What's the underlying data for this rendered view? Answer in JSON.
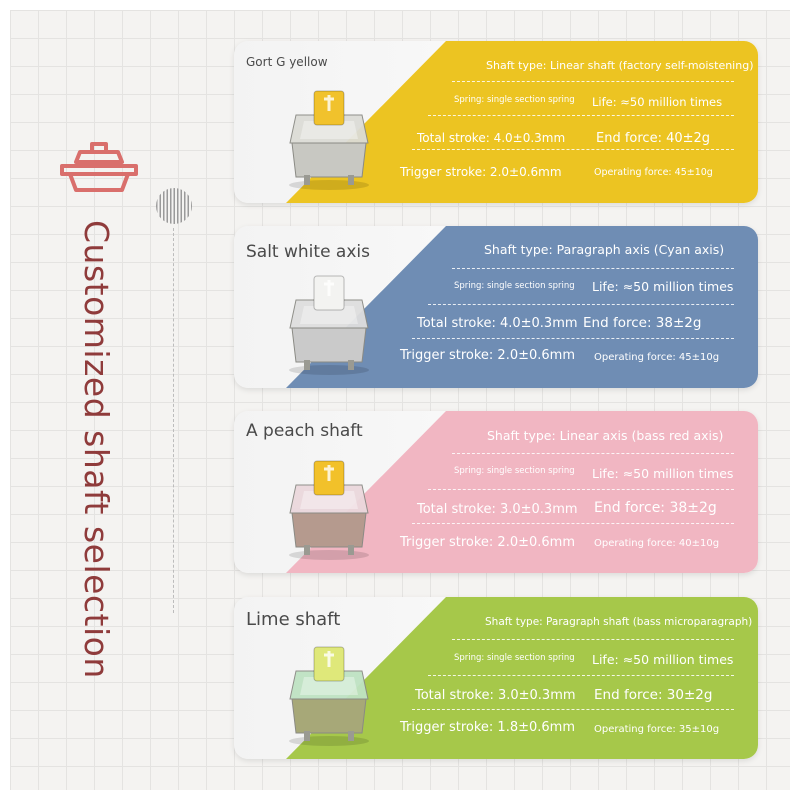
{
  "title": "Customized shaft selection",
  "colors": {
    "title": "#8f3b3b",
    "icon": "#d96f6c",
    "grid": "#e4e3e1"
  },
  "cards": [
    {
      "name": "Gort G yellow",
      "accent": "#ecc422",
      "shaft_type": "Shaft type: Linear shaft (factory self-moistening)",
      "spring": "Spring: single section spring",
      "life": "Life: ≈50 million times",
      "total_stroke": "Total stroke: 4.0±0.3mm",
      "end_force": "End force: 40±2g",
      "trigger_stroke": "Trigger stroke: 2.0±0.6mm",
      "operating_force": "Operating force: 45±10g",
      "switch": {
        "stem": "#f1c22c",
        "top": "#dcdcd6",
        "bottom": "#c8c8c2"
      }
    },
    {
      "name": "Salt white axis",
      "accent": "#6f8db4",
      "shaft_type": "Shaft type: Paragraph axis (Cyan axis)",
      "spring": "Spring: single section spring",
      "life": "Life: ≈50 million times",
      "total_stroke": "Total stroke: 4.0±0.3mm",
      "end_force": "End force: 38±2g",
      "trigger_stroke": "Trigger stroke: 2.0±0.6mm",
      "operating_force": "Operating force: 45±10g",
      "switch": {
        "stem": "#f3f3f1",
        "top": "#dedede",
        "bottom": "#cacaca"
      }
    },
    {
      "name": "A peach shaft",
      "accent": "#f1b6c2",
      "shaft_type": "Shaft type: Linear axis (bass red axis)",
      "spring": "Spring: single section spring",
      "life": "Life: ≈50 million times",
      "total_stroke": "Total stroke: 3.0±0.3mm",
      "end_force": "End force: 38±2g",
      "trigger_stroke": "Trigger stroke: 2.0±0.6mm",
      "operating_force": "Operating force: 40±10g",
      "switch": {
        "stem": "#f2c12a",
        "top": "#ead7dc",
        "bottom": "#b59a8e"
      }
    },
    {
      "name": "Lime shaft",
      "accent": "#a6c84a",
      "shaft_type": "Shaft type: Paragraph shaft (bass microparagraph)",
      "spring": "Spring: single section spring",
      "life": "Life: ≈50 million times",
      "total_stroke": "Total stroke: 3.0±0.3mm",
      "end_force": "End force: 30±2g",
      "trigger_stroke": "Trigger stroke: 1.8±0.6mm",
      "operating_force": "Operating force: 35±10g",
      "switch": {
        "stem": "#dfe87a",
        "top": "#bfe3c3",
        "bottom": "#a7a878"
      }
    }
  ]
}
